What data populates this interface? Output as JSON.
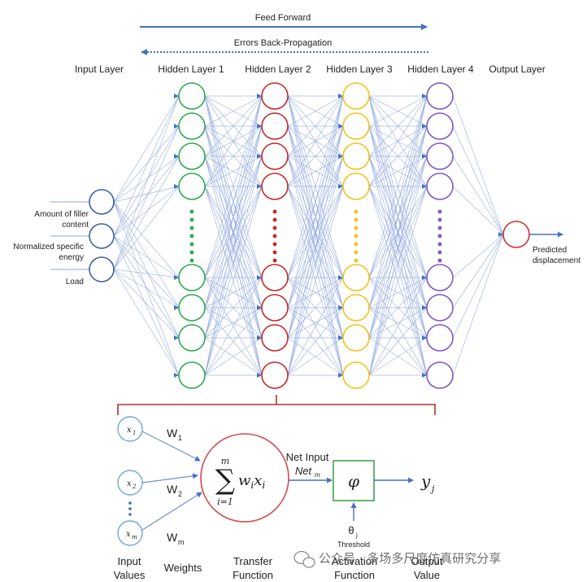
{
  "arrows": {
    "feed_forward": "Feed Forward",
    "back_propagation": "Errors Back-Propagation"
  },
  "layers": {
    "input": "Input Layer",
    "hidden1": "Hidden Layer 1",
    "hidden2": "Hidden Layer 2",
    "hidden3": "Hidden Layer 3",
    "hidden4": "Hidden Layer 4",
    "output": "Output Layer"
  },
  "inputs": {
    "filler_line1": "Amount of filler",
    "filler_line2": "content",
    "energy_line1": "Normalized specific",
    "energy_line2": "energy",
    "load": "Load"
  },
  "output": {
    "line1": "Predicted",
    "line2": "displacement"
  },
  "neuron": {
    "x1": "x",
    "x1_sub": "1",
    "x2": "x",
    "x2_sub": "2",
    "xm": "x",
    "xm_sub": "m",
    "w1": "W",
    "w1_sub": "1",
    "w2": "W",
    "w2_sub": "2",
    "wm": "W",
    "wm_sub": "m",
    "sum_top": "m",
    "sum_symbol": "∑",
    "sum_term": "wixi",
    "sum_bottom": "i=1",
    "net_input": "Net Input",
    "net_var": "Net",
    "net_sub": "m",
    "phi": "φ",
    "yj": "y",
    "yj_sub": "j",
    "theta": "θ",
    "theta_sub": "j",
    "threshold": "Threshold"
  },
  "captions": {
    "input_values_1": "Input",
    "input_values_2": "Values",
    "weights": "Weights",
    "transfer_1": "Transfer",
    "transfer_2": "Function",
    "activation_1": "Activation",
    "activation_2": "Function",
    "output_value_1": "Output",
    "output_value_2": "Value"
  },
  "watermark": "公众号 · 多场多尺度仿真研究分享",
  "colors": {
    "input": "#3f5fa8",
    "hidden1": "#2fa84f",
    "hidden2": "#c62828",
    "hidden3": "#f2c318",
    "hidden4": "#7e57c2",
    "output": "#d32f2f",
    "connection": "#8fa7dd",
    "arrow": "#4472c4",
    "bracket": "#b03030",
    "phi_box": "#3fa34d",
    "small_node": "#6fa8dc"
  }
}
